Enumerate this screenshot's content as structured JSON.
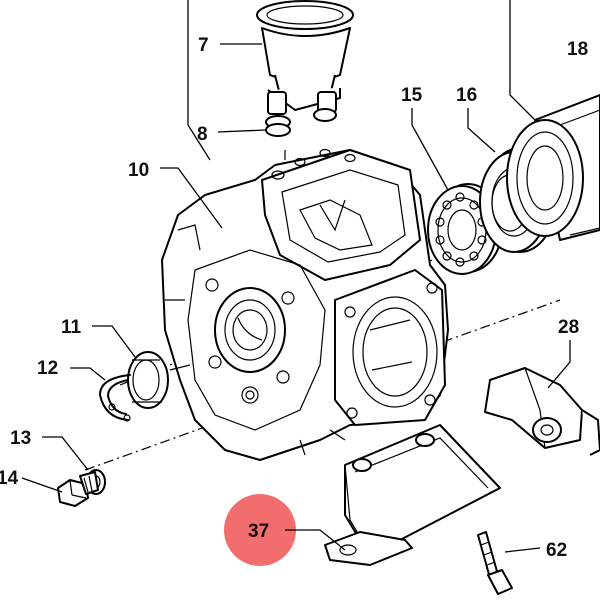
{
  "colors": {
    "line": "#000000",
    "background": "#ffffff",
    "highlight": "#f26d6d"
  },
  "callouts": {
    "c7": "7",
    "c8": "8",
    "c10": "10",
    "c11": "11",
    "c12": "12",
    "c13": "13",
    "c14": "14",
    "c15": "15",
    "c16": "16",
    "c18": "18",
    "c28": "28",
    "c37": "37",
    "c62": "62"
  },
  "highlighted_part": "37"
}
